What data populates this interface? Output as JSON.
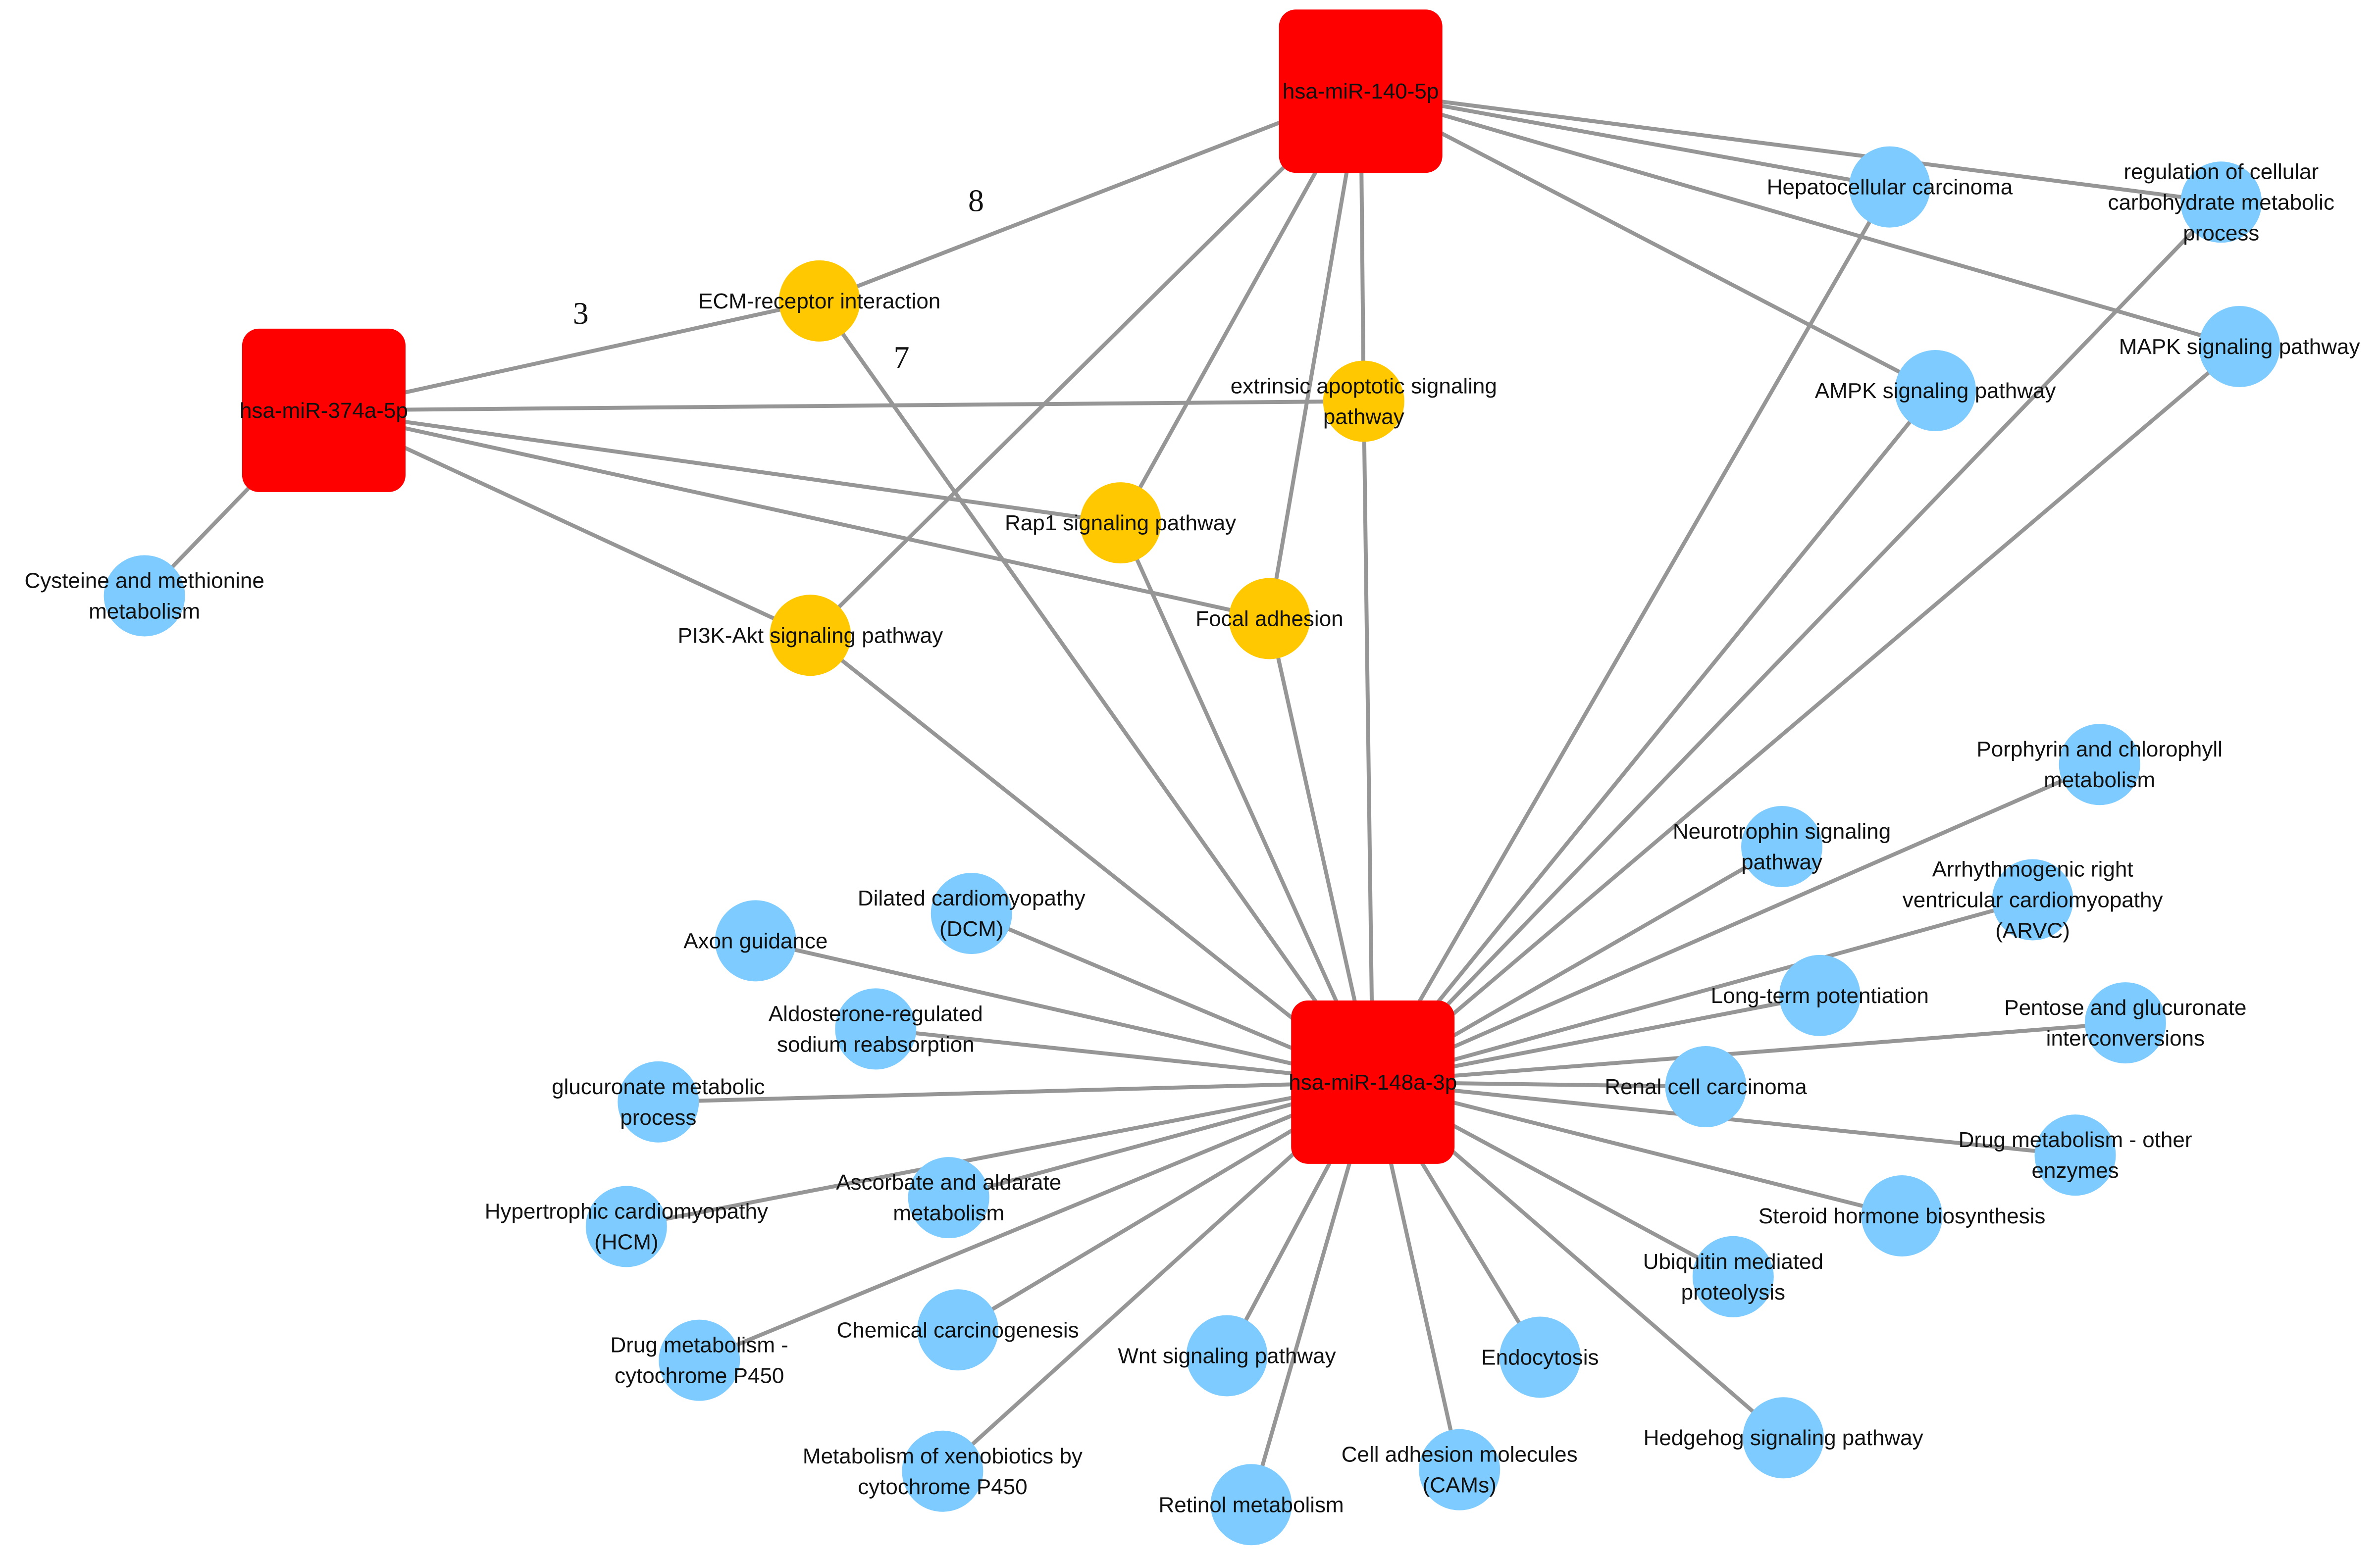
{
  "colors": {
    "mirna": "#ff0000",
    "shared_pathway": "#ffc800",
    "pathway": "#7ecbff",
    "edge": "#969696"
  },
  "hubs": [
    {
      "id": "m140",
      "label": "hsa-miR-140-5p"
    },
    {
      "id": "m374",
      "label": "hsa-miR-374a-5p"
    },
    {
      "id": "m148",
      "label": "hsa-miR-148a-3p"
    }
  ],
  "shared_pathways": [
    {
      "id": "ecm",
      "label": "ECM-receptor interaction"
    },
    {
      "id": "extr",
      "label": "extrinsic apoptotic signaling pathway"
    },
    {
      "id": "rap1",
      "label": "Rap1 signaling pathway"
    },
    {
      "id": "focal",
      "label": "Focal adhesion"
    },
    {
      "id": "pi3k",
      "label": "PI3K-Akt signaling pathway"
    }
  ],
  "pathways": [
    {
      "id": "hcc",
      "label": "Hepatocellular carcinoma"
    },
    {
      "id": "carb",
      "label": "regulation of cellular carbohydrate metabolic process"
    },
    {
      "id": "mapk",
      "label": "MAPK signaling pathway"
    },
    {
      "id": "ampk",
      "label": "AMPK signaling pathway"
    },
    {
      "id": "cys",
      "label": "Cysteine and methionine metabolism"
    },
    {
      "id": "porph",
      "label": "Porphyrin and chlorophyll metabolism"
    },
    {
      "id": "neuro",
      "label": "Neurotrophin signaling pathway"
    },
    {
      "id": "arvc",
      "label": "Arrhythmogenic right ventricular cardiomyopathy (ARVC)"
    },
    {
      "id": "ltp",
      "label": "Long-term potentiation"
    },
    {
      "id": "pent",
      "label": "Pentose and glucuronate interconversions"
    },
    {
      "id": "renal",
      "label": "Renal cell carcinoma"
    },
    {
      "id": "drugo",
      "label": "Drug metabolism - other enzymes"
    },
    {
      "id": "ster",
      "label": "Steroid hormone biosynthesis"
    },
    {
      "id": "ubiq",
      "label": "Ubiquitin mediated proteolysis"
    },
    {
      "id": "hedge",
      "label": "Hedgehog signaling pathway"
    },
    {
      "id": "endo",
      "label": "Endocytosis"
    },
    {
      "id": "cams",
      "label": "Cell adhesion molecules (CAMs)"
    },
    {
      "id": "retinol",
      "label": "Retinol metabolism"
    },
    {
      "id": "wnt",
      "label": "Wnt signaling pathway"
    },
    {
      "id": "xeno",
      "label": "Metabolism of xenobiotics by cytochrome P450"
    },
    {
      "id": "chem",
      "label": "Chemical carcinogenesis"
    },
    {
      "id": "drugp",
      "label": "Drug metabolism - cytochrome P450"
    },
    {
      "id": "hcm",
      "label": "Hypertrophic cardiomyopathy (HCM)"
    },
    {
      "id": "ascor",
      "label": "Ascorbate and aldarate metabolism"
    },
    {
      "id": "glucu",
      "label": "glucuronate metabolic process"
    },
    {
      "id": "aldo",
      "label": "Aldosterone-regulated sodium reabsorption"
    },
    {
      "id": "axon",
      "label": "Axon guidance"
    },
    {
      "id": "dcm",
      "label": "Dilated cardiomyopathy (DCM)"
    }
  ],
  "edges": [
    [
      "m140",
      "ecm"
    ],
    [
      "m140",
      "extr"
    ],
    [
      "m140",
      "rap1"
    ],
    [
      "m140",
      "focal"
    ],
    [
      "m140",
      "pi3k"
    ],
    [
      "m140",
      "hcc"
    ],
    [
      "m140",
      "carb"
    ],
    [
      "m140",
      "mapk"
    ],
    [
      "m140",
      "ampk"
    ],
    [
      "m374",
      "ecm"
    ],
    [
      "m374",
      "extr"
    ],
    [
      "m374",
      "rap1"
    ],
    [
      "m374",
      "focal"
    ],
    [
      "m374",
      "pi3k"
    ],
    [
      "m374",
      "cys"
    ],
    [
      "m148",
      "ecm"
    ],
    [
      "m148",
      "extr"
    ],
    [
      "m148",
      "rap1"
    ],
    [
      "m148",
      "focal"
    ],
    [
      "m148",
      "pi3k"
    ],
    [
      "m148",
      "hcc"
    ],
    [
      "m148",
      "carb"
    ],
    [
      "m148",
      "mapk"
    ],
    [
      "m148",
      "ampk"
    ],
    [
      "m148",
      "porph"
    ],
    [
      "m148",
      "neuro"
    ],
    [
      "m148",
      "arvc"
    ],
    [
      "m148",
      "ltp"
    ],
    [
      "m148",
      "pent"
    ],
    [
      "m148",
      "renal"
    ],
    [
      "m148",
      "drugo"
    ],
    [
      "m148",
      "ster"
    ],
    [
      "m148",
      "ubiq"
    ],
    [
      "m148",
      "hedge"
    ],
    [
      "m148",
      "endo"
    ],
    [
      "m148",
      "cams"
    ],
    [
      "m148",
      "retinol"
    ],
    [
      "m148",
      "wnt"
    ],
    [
      "m148",
      "xeno"
    ],
    [
      "m148",
      "chem"
    ],
    [
      "m148",
      "drugp"
    ],
    [
      "m148",
      "hcm"
    ],
    [
      "m148",
      "ascor"
    ],
    [
      "m148",
      "glucu"
    ],
    [
      "m148",
      "aldo"
    ],
    [
      "m148",
      "axon"
    ],
    [
      "m148",
      "dcm"
    ]
  ],
  "edge_counts": [
    {
      "id": "c3",
      "text": "3"
    },
    {
      "id": "c8",
      "text": "8"
    },
    {
      "id": "c7",
      "text": "7"
    }
  ]
}
